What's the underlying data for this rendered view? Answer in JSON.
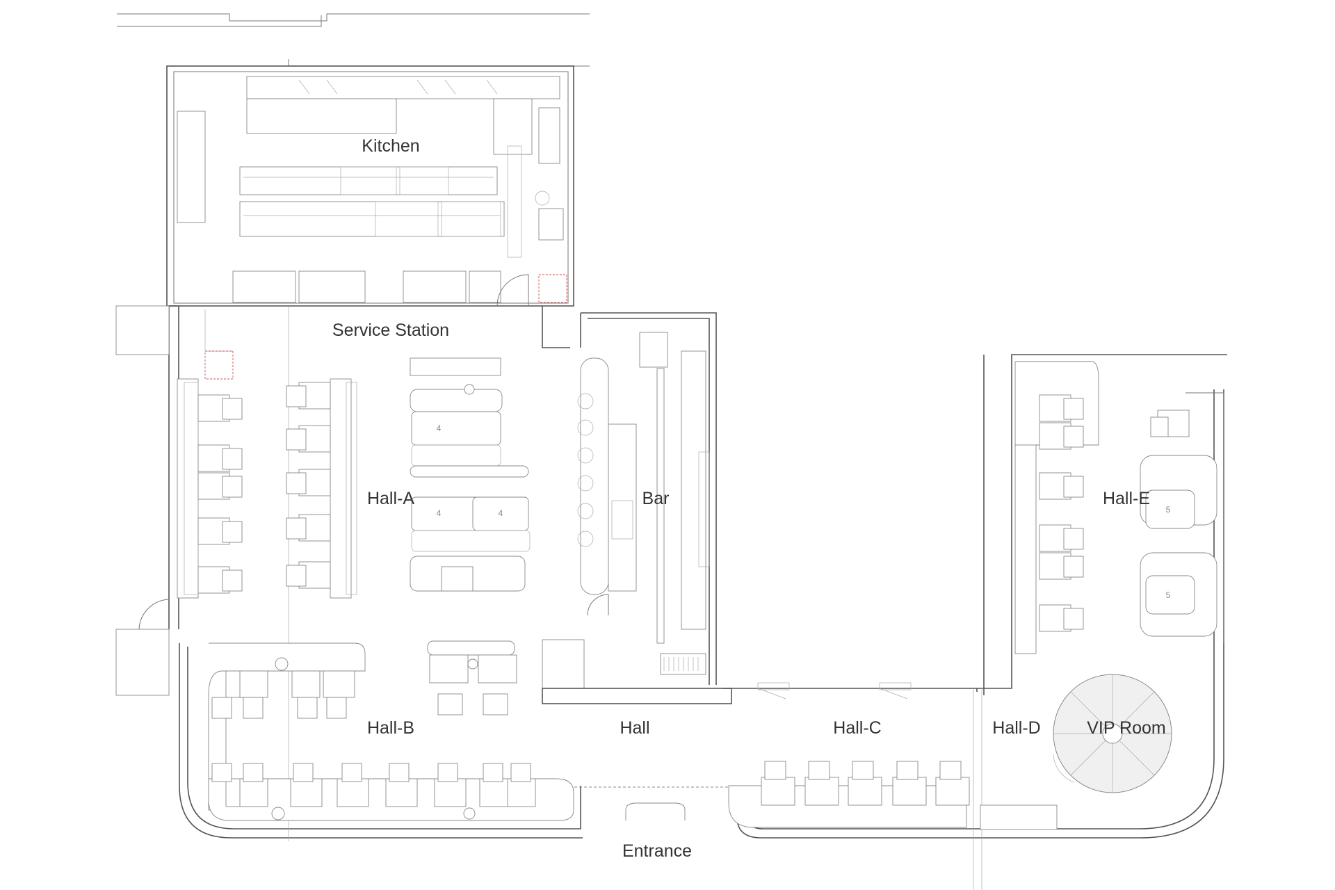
{
  "rooms": {
    "kitchen": "Kitchen",
    "service_station": "Service Station",
    "hall_a": "Hall-A",
    "bar": "Bar",
    "hall_e": "Hall-E",
    "hall_b": "Hall-B",
    "hall": "Hall",
    "hall_c": "Hall-C",
    "hall_d": "Hall-D",
    "vip_room": "VIP Room",
    "entrance": "Entrance"
  },
  "table_seats": {
    "a_booth_top": "4",
    "a_booth_left": "4",
    "a_booth_right": "4",
    "e_booth_top": "5",
    "e_booth_bottom": "5"
  },
  "colors": {
    "line": "#555555",
    "furniture": "#888888",
    "accent_red": "#d05050"
  }
}
